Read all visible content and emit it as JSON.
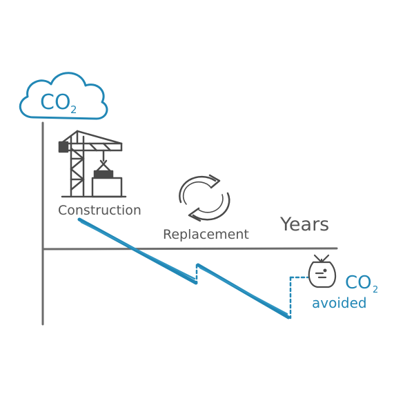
{
  "labels": {
    "co2_top": "CO",
    "co2_top_sub": "2",
    "construction": "Construction",
    "replacement": "Replacement",
    "years": "Years",
    "co2_right": "CO",
    "co2_right_sub": "2",
    "avoided": "avoided"
  },
  "icons": {
    "cloud": "cloud-icon",
    "crane": "construction-crane-icon",
    "cycle": "recycle-arrows-icon",
    "bag": "garbage-bag-icon"
  },
  "colors": {
    "accent": "#2187b5",
    "axis": "#6b6b6b",
    "ink": "#555555"
  }
}
